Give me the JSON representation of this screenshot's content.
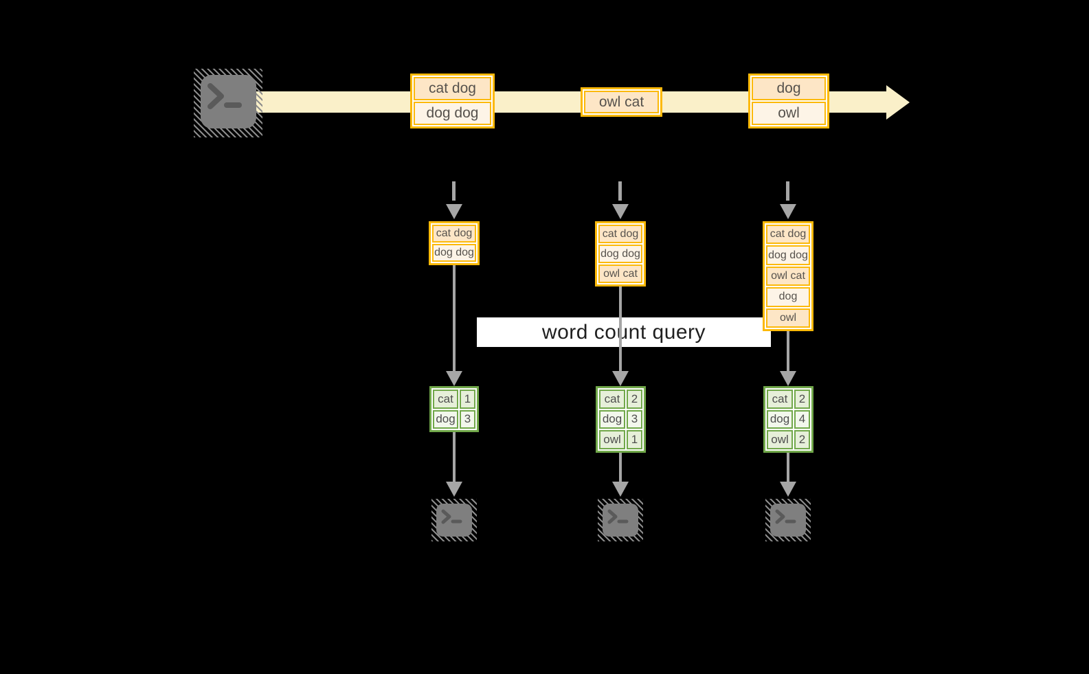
{
  "diagram": {
    "description_visible_text_only": true,
    "query": {
      "label": "word count query"
    },
    "stream": {
      "batches": [
        {
          "cells": [
            "cat dog",
            "dog dog"
          ]
        },
        {
          "cells": [
            "owl cat"
          ]
        },
        {
          "cells": [
            "dog",
            "owl"
          ]
        }
      ]
    },
    "columns": [
      {
        "state": [
          "cat dog",
          "dog dog"
        ],
        "counts": [
          {
            "word": "cat",
            "count": 1
          },
          {
            "word": "dog",
            "count": 3
          }
        ]
      },
      {
        "state": [
          "cat dog",
          "dog dog",
          "owl cat"
        ],
        "counts": [
          {
            "word": "cat",
            "count": 2
          },
          {
            "word": "dog",
            "count": 3
          },
          {
            "word": "owl",
            "count": 1
          }
        ]
      },
      {
        "state": [
          "cat dog",
          "dog dog",
          "owl cat",
          "dog",
          "owl"
        ],
        "counts": [
          {
            "word": "cat",
            "count": 2
          },
          {
            "word": "dog",
            "count": 4
          },
          {
            "word": "owl",
            "count": 2
          }
        ]
      }
    ],
    "icons": {
      "source": "terminal-icon",
      "sinks": [
        "terminal-icon",
        "terminal-icon",
        "terminal-icon"
      ]
    },
    "colors": {
      "background": "#000000",
      "stream_band": "#FAF0C9",
      "orange_border": "#FCB909",
      "orange_fill_dark": "#FDE6C6",
      "orange_fill_light": "#FDF4E7",
      "green_border": "#71A84A",
      "green_fill_dark": "#E6EFD9",
      "green_fill_light": "#F2F7EC",
      "arrow_gray": "#A6A6A6",
      "terminal_gray": "#7F7F7F",
      "query_background": "#FFFFFF"
    }
  }
}
